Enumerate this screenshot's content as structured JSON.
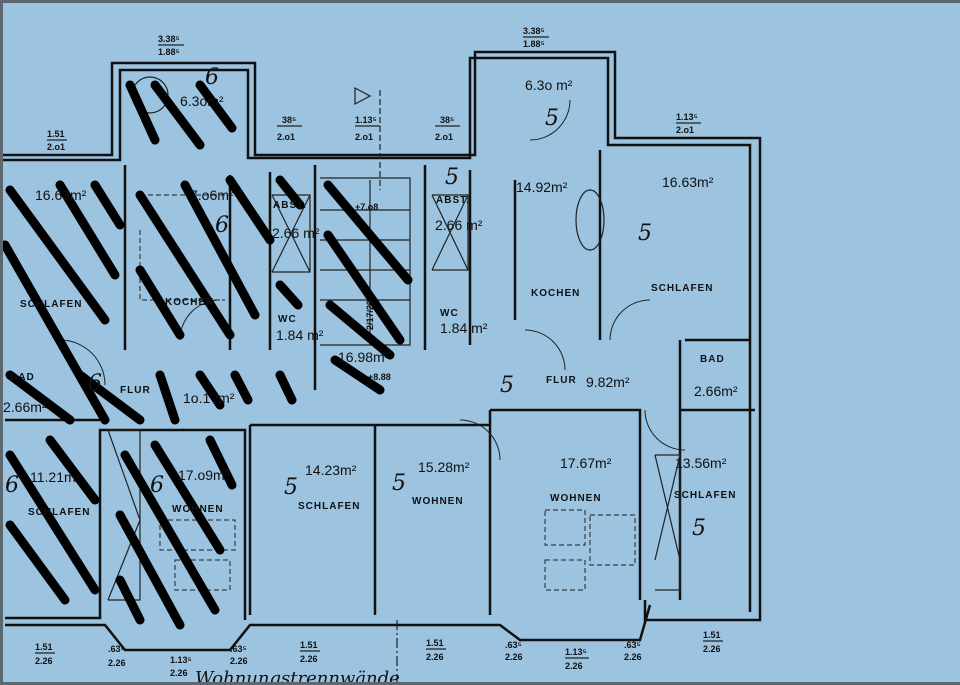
{
  "colors": {
    "background": "#9cc3df",
    "ink": "#111111"
  },
  "left_unit": {
    "status": "crossed-out",
    "unit_marker": "6",
    "rooms": [
      {
        "name": "SCHLAFEN",
        "area": "16.63m²"
      },
      {
        "name": "KOCHEN",
        "area": "7.o6m²"
      },
      {
        "name": "",
        "area": "6.3om²"
      },
      {
        "name": "ABST.",
        "area": "2.66 m²"
      },
      {
        "name": "WC",
        "area": "1.84 m²"
      },
      {
        "name": "BAD",
        "area": "2.66m²"
      },
      {
        "name": "FLUR",
        "area": "1o.1?m²"
      },
      {
        "name": "SCHLAFEN",
        "area": "11.21m²"
      },
      {
        "name": "WOHNEN",
        "area": "17.o9m²"
      }
    ]
  },
  "stairwell": {
    "area": "16.98m²",
    "level_upper": "+7.o8",
    "level_lower": "+8.88",
    "stair_label": "2/17/29"
  },
  "middle_unit": {
    "unit_marker": "5",
    "rooms": [
      {
        "name": "SCHLAFEN",
        "area": "14.23m²"
      },
      {
        "name": "WOHNEN",
        "area": "15.28m²"
      }
    ]
  },
  "right_unit": {
    "unit_marker": "5",
    "rooms": [
      {
        "name": "",
        "area": "6.3o m²"
      },
      {
        "name": "KOCHEN",
        "area": "14.92m²"
      },
      {
        "name": "SCHLAFEN",
        "area": "16.63m²"
      },
      {
        "name": "ABST.",
        "area": "2.66 m²"
      },
      {
        "name": "WC",
        "area": "1.84 m²"
      },
      {
        "name": "FLUR",
        "area": "9.82m²"
      },
      {
        "name": "BAD",
        "area": "2.66m²"
      },
      {
        "name": "WOHNEN",
        "area": "17.67m²"
      },
      {
        "name": "SCHLAFEN",
        "area": "13.56m²"
      }
    ]
  },
  "window_dimensions": {
    "top": [
      {
        "w": "3.38⁵",
        "h": "1.88⁵"
      },
      {
        "w": "1.51",
        "h": "2.o1"
      },
      {
        "w": "38⁵",
        "h": "2.o1"
      },
      {
        "w": "1.13⁵",
        "h": "2.o1"
      },
      {
        "w": "38⁵",
        "h": "2.o1"
      },
      {
        "w": "3.38⁵",
        "h": "1.88⁵"
      },
      {
        "w": "1.13⁵",
        "h": "2.o1"
      }
    ],
    "bottom": [
      {
        "w": "1.51",
        "h": "2.26"
      },
      {
        "w": ".63⁵",
        "h": "2.26"
      },
      {
        "w": "1.13⁵",
        "h": "2.26"
      },
      {
        "w": ".63⁵",
        "h": "2.26"
      },
      {
        "w": "1.51",
        "h": "2.26"
      },
      {
        "w": "1.51",
        "h": "2.26"
      },
      {
        "w": ".63⁵",
        "h": "2.26"
      },
      {
        "w": "1.13⁵",
        "h": "2.26"
      },
      {
        "w": ".63⁵",
        "h": "2.26"
      },
      {
        "w": "1.51",
        "h": "2.26"
      }
    ]
  },
  "annotation": "Wohnungstrennwände"
}
